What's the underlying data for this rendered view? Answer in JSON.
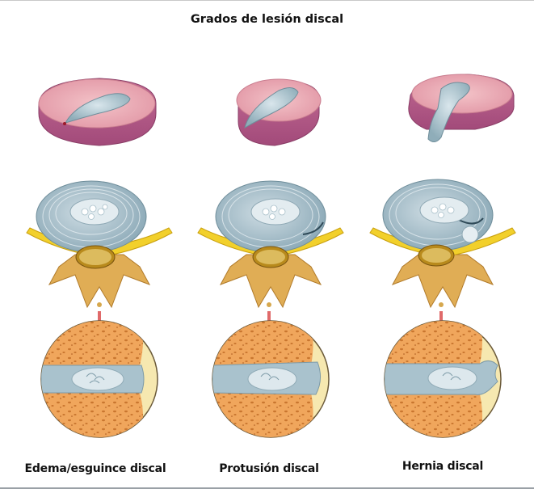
{
  "diagram": {
    "title": "Grados de lesión discal",
    "columns": [
      {
        "id": "edema",
        "caption": "Edema/esguince discal",
        "panels": [
          "disc-3d-view",
          "vertebra-top-view",
          "disc-side-cross-section"
        ],
        "nucleus_state": "contained"
      },
      {
        "id": "protusion",
        "caption": "Protusión discal",
        "panels": [
          "disc-3d-view",
          "vertebra-top-view",
          "disc-side-cross-section"
        ],
        "nucleus_state": "bulging"
      },
      {
        "id": "hernia",
        "caption": "Hernia discal",
        "panels": [
          "disc-3d-view",
          "vertebra-top-view",
          "disc-side-cross-section"
        ],
        "nucleus_state": "extruded"
      }
    ],
    "colors": {
      "annulus_pink": "#e9a9b4",
      "annulus_side": "#b55a86",
      "nucleus_blue": "#9fb9c4",
      "disc_rings": "#b8ccd6",
      "vertebra_gold": "#e5b85a",
      "nerve_yellow": "#f2d02b",
      "bone_orange": "#f0a65c",
      "bone_bg": "#f6e8b0",
      "arrow_red": "#d92a2a"
    }
  }
}
